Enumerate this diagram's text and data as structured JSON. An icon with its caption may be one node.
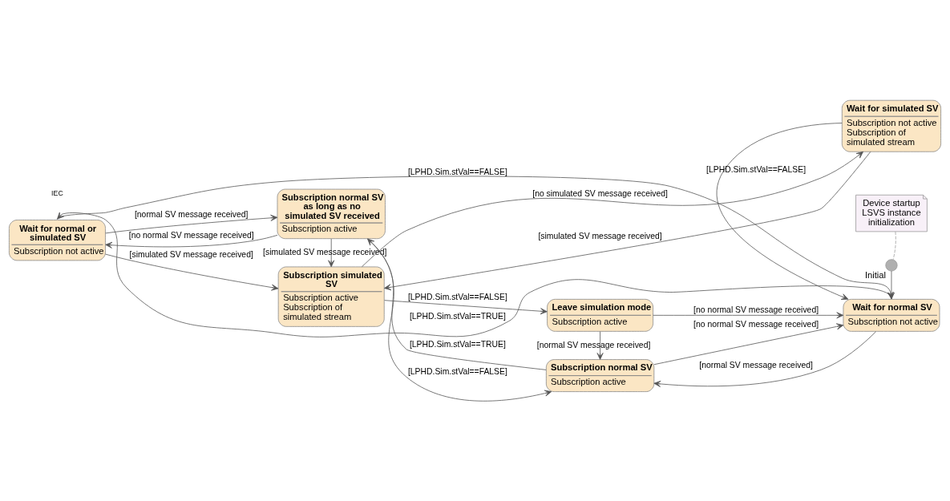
{
  "diagram": {
    "nodes": [
      {
        "text": [
          "Wait for normal or simulated SV",
          "Subscription not active"
        ]
      },
      {
        "text": [
          "Subscription normal SV as long as no simulated SV received",
          "Subscription active"
        ]
      },
      {
        "text": [
          "Subscription normal SV",
          "Subscription active"
        ]
      },
      {
        "text": [
          "Device startup LSVS instance initialization"
        ]
      },
      {
        "text": [],
        "shape": "circle",
        "beside": [
          "Initial"
        ]
      },
      {
        "text": [
          "Wait for normal SV",
          "Subscription not active"
        ]
      },
      {
        "text": [
          "Leave simulation mode",
          "Subscription active"
        ]
      },
      {
        "text": [
          "Subscription simulated SV",
          "Subscription active Subscription of simulated stream"
        ]
      },
      {
        "text": [
          "Wait for simulated SV",
          "Subscription not active Subscription of simulated stream"
        ]
      }
    ],
    "edges": [
      {
        "from": 5,
        "to": 0,
        "arrow": "to",
        "label": "[LPHD.Sim.stVal==TRUE]"
      },
      {
        "from": 0,
        "to": 5,
        "arrow": "to",
        "label": "[LPHD.Sim.stVal==FALSE]"
      },
      {
        "from": 3,
        "to": 4,
        "arrow": "none",
        "style": "dashed",
        "color": "#a0a0a0"
      },
      {
        "from": 4,
        "to": 5,
        "arrow": "to"
      },
      {
        "from": 1,
        "to": 0,
        "arrow": "to",
        "label": "[no normal SV message received]"
      },
      {
        "from": 0,
        "to": 1,
        "arrow": "to",
        "label": "[normal SV message received]"
      },
      {
        "from": 2,
        "to": 1,
        "arrow": "to",
        "label": "[LPHD.Sim.stVal==TRUE]"
      },
      {
        "from": 1,
        "to": 2,
        "arrow": "to",
        "label": "[LPHD.Sim.stVal==FALSE]"
      },
      {
        "from": 5,
        "to": 2,
        "arrow": "to",
        "label": "[normal SV message received]"
      },
      {
        "from": 2,
        "to": 5,
        "arrow": "to",
        "label": "[no normal SV message received]"
      },
      {
        "from": 6,
        "to": 2,
        "arrow": "to",
        "label": "[normal SV message received]"
      },
      {
        "from": 6,
        "to": 5,
        "arrow": "to",
        "label": "[no normal SV message received]"
      },
      {
        "from": 0,
        "to": 7,
        "arrow": "to",
        "label": "[simulated SV message received]"
      },
      {
        "from": 1,
        "to": 7,
        "arrow": "to",
        "label": "[simulated SV message received]"
      },
      {
        "from": 7,
        "to": 6,
        "arrow": "to",
        "label": "[LPHD.Sim.stVal==FALSE]"
      },
      {
        "from": 8,
        "to": 5,
        "arrow": "to",
        "label": "[LPHD.Sim.stVal==FALSE]"
      },
      {
        "from": 7,
        "to": 8,
        "arrow": "to",
        "label": "[no simulated SV message received]"
      },
      {
        "from": 8,
        "to": 7,
        "arrow": "to",
        "label": "[simulated SV message received]"
      }
    ],
    "labels": [
      "IEC"
    ]
  }
}
